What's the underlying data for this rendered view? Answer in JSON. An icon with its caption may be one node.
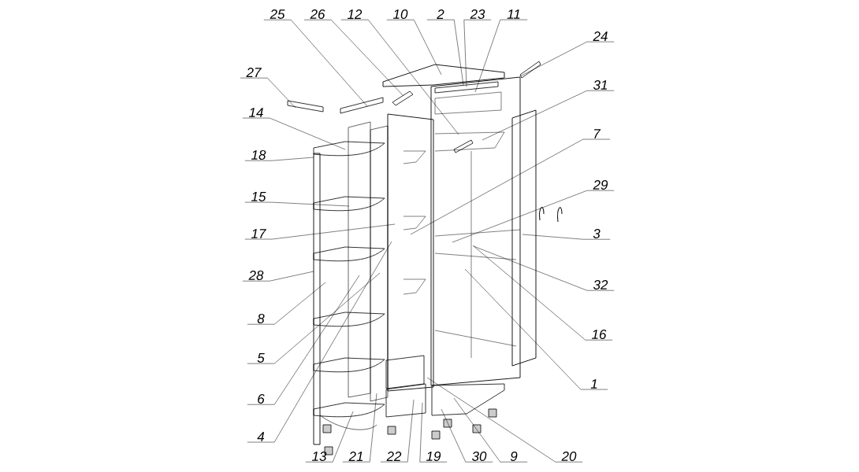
{
  "diagram": {
    "nodes": [
      {
        "text": [
          "25"
        ]
      },
      {
        "text": [
          "26"
        ]
      },
      {
        "text": [
          "12"
        ]
      },
      {
        "text": [
          "10"
        ]
      },
      {
        "text": [
          "2"
        ]
      },
      {
        "text": [
          "23"
        ]
      },
      {
        "text": [
          "11"
        ]
      },
      {
        "text": [
          "24"
        ]
      },
      {
        "text": [
          "31"
        ]
      },
      {
        "text": [
          "7"
        ]
      },
      {
        "text": [
          "29"
        ]
      },
      {
        "text": [
          "3"
        ]
      },
      {
        "text": [
          "32"
        ]
      },
      {
        "text": [
          "16"
        ]
      },
      {
        "text": [
          "1"
        ]
      },
      {
        "text": [
          "27"
        ]
      },
      {
        "text": [
          "14"
        ]
      },
      {
        "text": [
          "18"
        ]
      },
      {
        "text": [
          "15"
        ]
      },
      {
        "text": [
          "17"
        ]
      },
      {
        "text": [
          "28"
        ]
      },
      {
        "text": [
          "8"
        ]
      },
      {
        "text": [
          "5"
        ]
      },
      {
        "text": [
          "6"
        ]
      },
      {
        "text": [
          "4"
        ]
      },
      {
        "text": [
          "13"
        ]
      },
      {
        "text": [
          "21"
        ]
      },
      {
        "text": [
          "22"
        ]
      },
      {
        "text": [
          "19"
        ]
      },
      {
        "text": [
          "30"
        ]
      },
      {
        "text": [
          "9"
        ]
      },
      {
        "text": [
          "20"
        ]
      }
    ],
    "edges": [
      {
        "from": 0,
        "to": null,
        "arrow": "none"
      },
      {
        "from": 1,
        "to": null,
        "arrow": "none"
      },
      {
        "from": 2,
        "to": null,
        "arrow": "none"
      },
      {
        "from": 3,
        "to": null,
        "arrow": "none"
      },
      {
        "from": 4,
        "to": null,
        "arrow": "none"
      },
      {
        "from": 5,
        "to": null,
        "arrow": "none"
      },
      {
        "from": 6,
        "to": null,
        "arrow": "none"
      },
      {
        "from": 7,
        "to": null,
        "arrow": "none"
      },
      {
        "from": 8,
        "to": null,
        "arrow": "none"
      },
      {
        "from": 9,
        "to": null,
        "arrow": "none"
      },
      {
        "from": 10,
        "to": null,
        "arrow": "none"
      },
      {
        "from": 11,
        "to": null,
        "arrow": "none"
      },
      {
        "from": 12,
        "to": null,
        "arrow": "none"
      },
      {
        "from": 13,
        "to": null,
        "arrow": "none"
      },
      {
        "from": 14,
        "to": null,
        "arrow": "none"
      },
      {
        "from": 15,
        "to": null,
        "arrow": "none"
      },
      {
        "from": 16,
        "to": null,
        "arrow": "none"
      },
      {
        "from": 17,
        "to": null,
        "arrow": "none"
      },
      {
        "from": 18,
        "to": null,
        "arrow": "none"
      },
      {
        "from": 19,
        "to": null,
        "arrow": "none"
      },
      {
        "from": 20,
        "to": null,
        "arrow": "none"
      },
      {
        "from": 21,
        "to": null,
        "arrow": "none"
      },
      {
        "from": 22,
        "to": null,
        "arrow": "none"
      },
      {
        "from": 23,
        "to": null,
        "arrow": "none"
      },
      {
        "from": 24,
        "to": null,
        "arrow": "none"
      },
      {
        "from": 25,
        "to": null,
        "arrow": "none"
      },
      {
        "from": 26,
        "to": null,
        "arrow": "none"
      },
      {
        "from": 27,
        "to": null,
        "arrow": "none"
      },
      {
        "from": 28,
        "to": null,
        "arrow": "none"
      },
      {
        "from": 29,
        "to": null,
        "arrow": "none"
      },
      {
        "from": 30,
        "to": null,
        "arrow": "none"
      },
      {
        "from": 31,
        "to": null,
        "arrow": "none"
      }
    ]
  }
}
